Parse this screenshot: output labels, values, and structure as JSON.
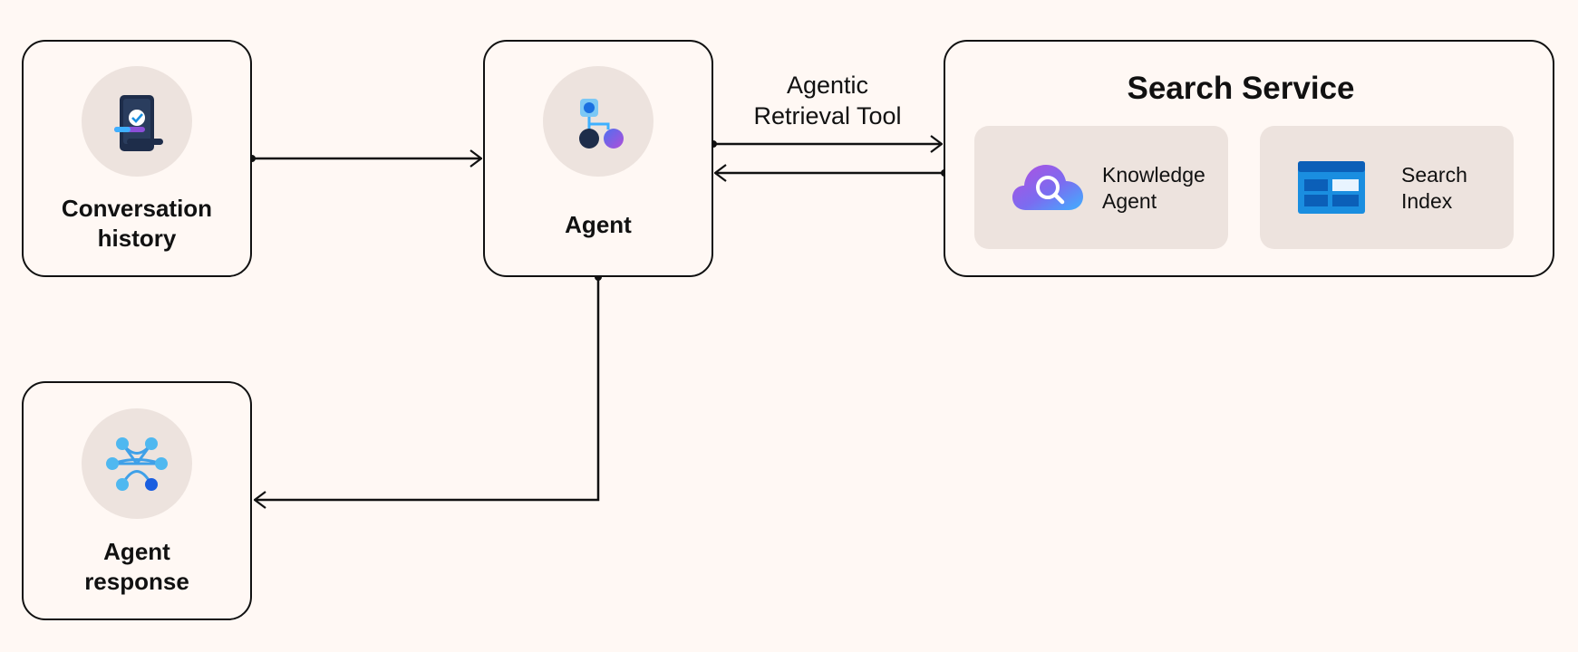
{
  "nodes": {
    "conversation_history": {
      "line1": "Conversation",
      "line2": "history",
      "icon": "chat-history-icon"
    },
    "agent": {
      "label": "Agent",
      "icon": "agent-workflow-icon"
    },
    "agent_response": {
      "line1": "Agent",
      "line2": "response",
      "icon": "network-nodes-icon"
    },
    "search_service": {
      "title": "Search Service",
      "knowledge_agent": {
        "line1": "Knowledge",
        "line2": "Agent",
        "icon": "cloud-search-icon"
      },
      "search_index": {
        "line1": "Search",
        "line2": "Index",
        "icon": "index-table-icon"
      }
    }
  },
  "edges": {
    "agentic_tool": {
      "line1": "Agentic",
      "line2": "Retrieval Tool"
    }
  },
  "colors": {
    "background": "#fff8f4",
    "node_border": "#111111",
    "icon_circle": "#ede3de",
    "inner_panel": "#ede3de",
    "accent_blue": "#1a8ee0",
    "accent_purple": "#8b4fd8"
  }
}
